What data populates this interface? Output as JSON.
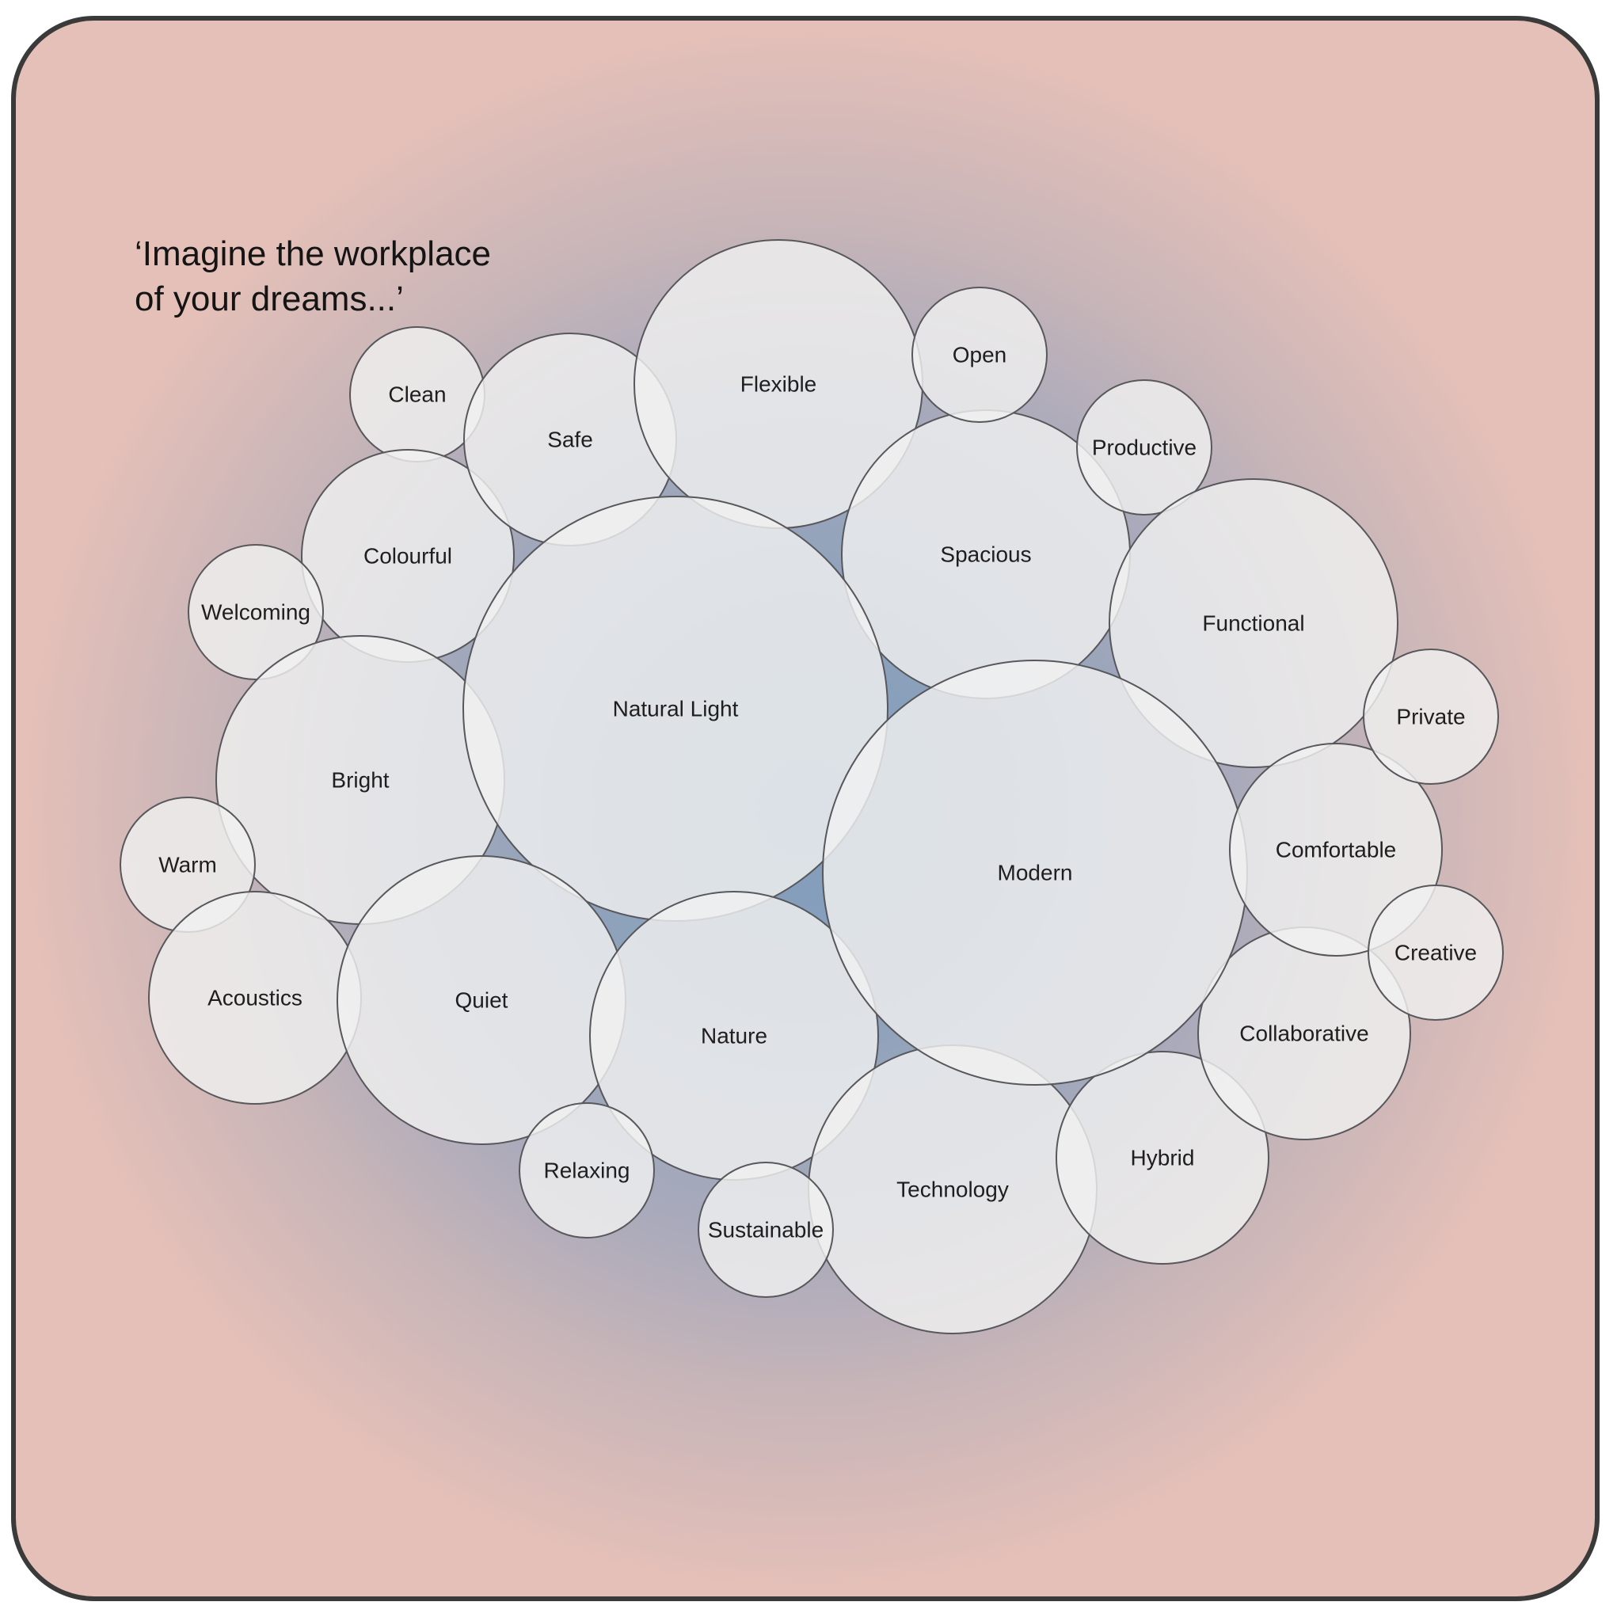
{
  "heading": {
    "line1": "‘Imagine the workplace",
    "line2": "of your dreams...’"
  },
  "colors": {
    "bubble_fill": "#f0f0f0",
    "bubble_stroke": "#58585c",
    "background_center": "#7f9cbc",
    "background_edge": "#e5c0b8",
    "frame": "#3a3a3a"
  },
  "bubbles": [
    {
      "id": "clean",
      "label": "Clean"
    },
    {
      "id": "colourful",
      "label": "Colourful"
    },
    {
      "id": "safe",
      "label": "Safe"
    },
    {
      "id": "flexible",
      "label": "Flexible"
    },
    {
      "id": "welcoming",
      "label": "Welcoming"
    },
    {
      "id": "spacious",
      "label": "Spacious"
    },
    {
      "id": "open",
      "label": "Open"
    },
    {
      "id": "productive",
      "label": "Productive"
    },
    {
      "id": "bright",
      "label": "Bright"
    },
    {
      "id": "natural-light",
      "label": "Natural Light"
    },
    {
      "id": "functional",
      "label": "Functional"
    },
    {
      "id": "warm",
      "label": "Warm"
    },
    {
      "id": "acoustics",
      "label": "Acoustics"
    },
    {
      "id": "quiet",
      "label": "Quiet"
    },
    {
      "id": "nature",
      "label": "Nature"
    },
    {
      "id": "technology",
      "label": "Technology"
    },
    {
      "id": "hybrid",
      "label": "Hybrid"
    },
    {
      "id": "collaborative",
      "label": "Collaborative"
    },
    {
      "id": "modern",
      "label": "Modern"
    },
    {
      "id": "comfortable",
      "label": "Comfortable"
    },
    {
      "id": "private",
      "label": "Private"
    },
    {
      "id": "creative",
      "label": "Creative"
    },
    {
      "id": "relaxing",
      "label": "Relaxing"
    },
    {
      "id": "sustainable",
      "label": "Sustainable"
    }
  ]
}
